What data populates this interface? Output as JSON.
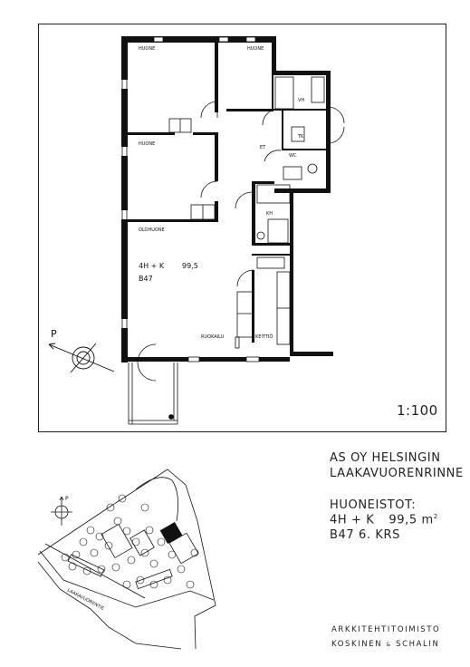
{
  "plan": {
    "rooms": {
      "huone_1": "HUONE",
      "huone_2": "HUONE",
      "huone_3": "HUONE",
      "olohuone": "OLOHUONE",
      "vh": "VH",
      "tk": "TK",
      "wc": "WC",
      "et": "ET",
      "kh": "KH",
      "ruokailu": "RUOKAILU",
      "keittio": "KEITTIÖ"
    },
    "apartment_label": {
      "type": "4H + K",
      "area": "99,5",
      "code": "B47"
    },
    "north_label": "P",
    "scale": "1:100"
  },
  "site_plan": {
    "north_label": "P",
    "street_label": "LAAKAVUORENTIE"
  },
  "project": {
    "line1": "AS OY HELSINGIN",
    "line2": "LAAKAVUORENRINNE"
  },
  "apartments": {
    "heading": "HUONEISTOT:",
    "type": "4H + K",
    "area": "99,5",
    "unit": "m",
    "unit_exp": "2",
    "floor": "B47 6. KRS"
  },
  "architect": {
    "line1": "ARKKITEHTITOIMISTO",
    "line2_a": "KOSKINEN",
    "line2_amp": "&",
    "line2_b": "SCHALIN"
  }
}
